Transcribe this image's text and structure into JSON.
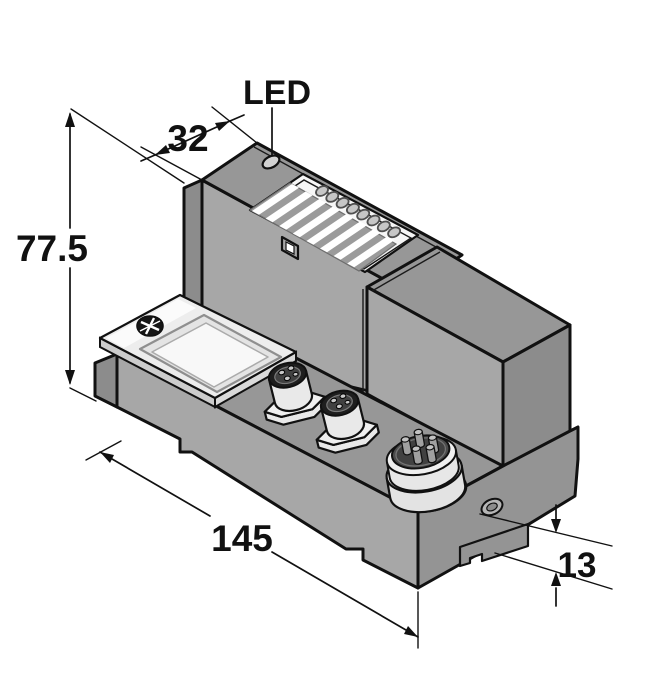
{
  "figure": {
    "kind": "isometric dimensional drawing of a fieldbus I/O module",
    "background": "#ffffff"
  },
  "labels": {
    "led": "LED"
  },
  "dimensions": {
    "top_width": "32",
    "height": "77.5",
    "length": "145",
    "foot_height": "13"
  },
  "counts": {
    "label_stripes": 8,
    "led_windows": 8
  },
  "colors": {
    "outline": "#111111",
    "face_top": "#979797",
    "face_front": "#a7a7a7",
    "face_side": "#8c8c8c",
    "face_end": "#949494",
    "stripe_panel": "#9b9b9b",
    "window": "#f6f6f6",
    "plate": "#ededed",
    "plate_edge": "#cccccc",
    "connector_light": "#e9e9e9",
    "connector_dark": "#414141",
    "pin": "#c2c2c2"
  }
}
